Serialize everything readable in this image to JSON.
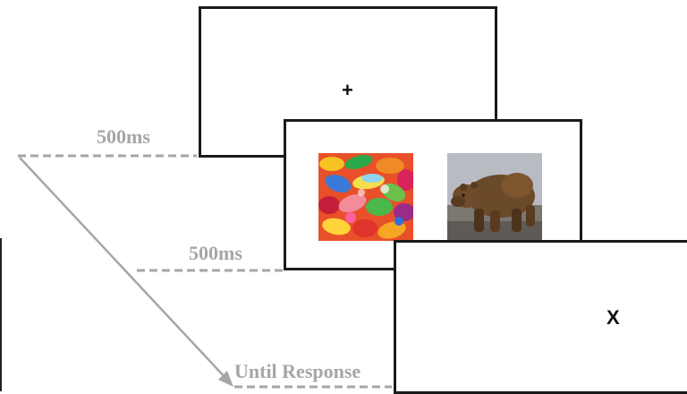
{
  "screens": {
    "fixation": {
      "symbol": "+"
    },
    "images": {
      "left_image": "candy-image",
      "right_image": "bear-image"
    },
    "probe": {
      "symbol": "X"
    }
  },
  "timeline": {
    "durations": [
      "500ms",
      "500ms",
      "Until Response"
    ]
  },
  "colors": {
    "frame_border": "#1a1a1a",
    "timeline_gray": "#a6a6a6"
  }
}
